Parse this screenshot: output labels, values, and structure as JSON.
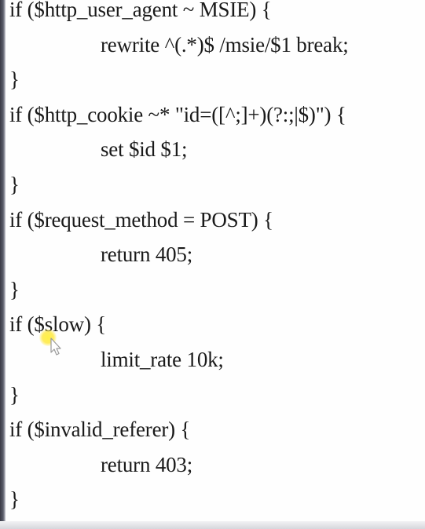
{
  "code": {
    "lines": [
      "if ($http_user_agent ~ MSIE) {",
      "rewrite ^(.*)$ /msie/$1 break;",
      "}",
      "if ($http_cookie ~* \"id=([^;]+)(?:;|$)\") {",
      "set $id $1;",
      "}",
      "if ($request_method = POST) {",
      "return 405;",
      "}",
      "if ($slow) {",
      "limit_rate 10k;",
      "}",
      "if ($invalid_referer) {",
      "return 403;",
      "}"
    ]
  },
  "pointer": {
    "icon": "mouse-pointer-icon",
    "highlight_color": "#ffe83c"
  }
}
